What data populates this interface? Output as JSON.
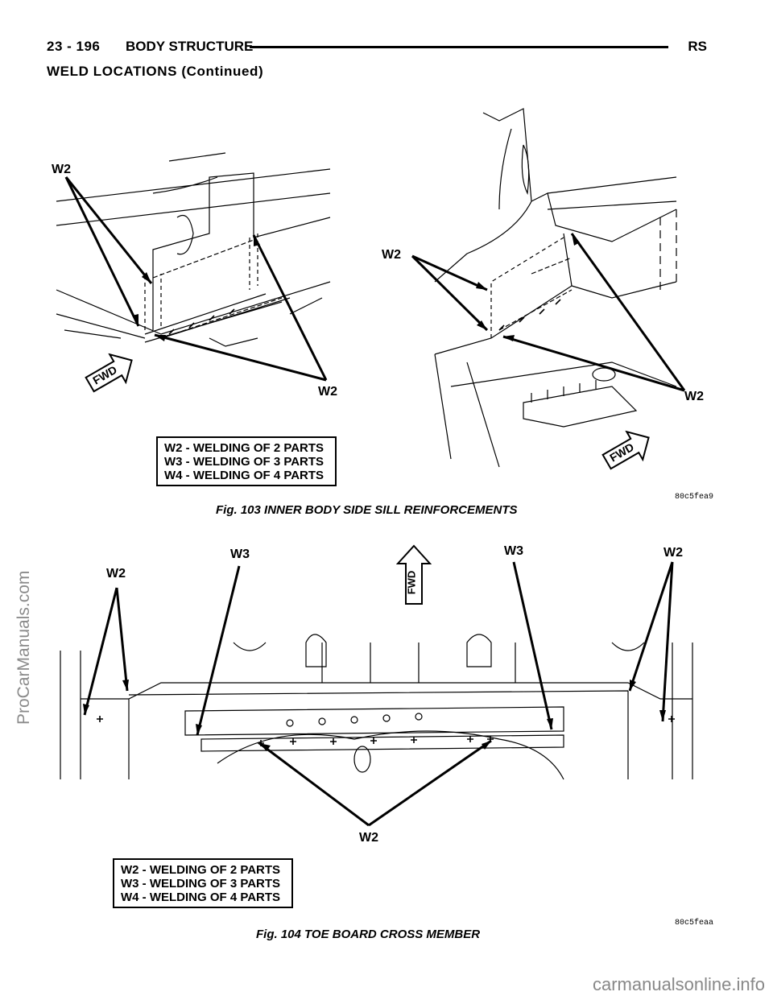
{
  "header": {
    "page_number": "23 - 196",
    "section": "BODY STRUCTURE",
    "model_code": "RS"
  },
  "section_title": "WELD LOCATIONS (Continued)",
  "side_watermark": "ProCarManuals.com",
  "bottom_watermark": "carmanualsonline.info",
  "figure_103": {
    "caption": "Fig. 103 INNER BODY SIDE SILL REINFORCEMENTS",
    "image_id": "80c5fea9",
    "callouts": [
      "W2",
      "W2",
      "W2",
      "W2"
    ],
    "fwd_label": "FWD",
    "legend": [
      "W2 - WELDING OF 2 PARTS",
      "W3 - WELDING OF 3 PARTS",
      "W4 - WELDING OF 4 PARTS"
    ]
  },
  "figure_104": {
    "caption": "Fig. 104 TOE BOARD CROSS MEMBER",
    "image_id": "80c5feaa",
    "callouts": [
      "W2",
      "W3",
      "W3",
      "W2",
      "W2"
    ],
    "fwd_label": "FWD",
    "legend": [
      "W2 - WELDING OF 2 PARTS",
      "W3 - WELDING OF 3 PARTS",
      "W4 - WELDING OF 4 PARTS"
    ]
  }
}
